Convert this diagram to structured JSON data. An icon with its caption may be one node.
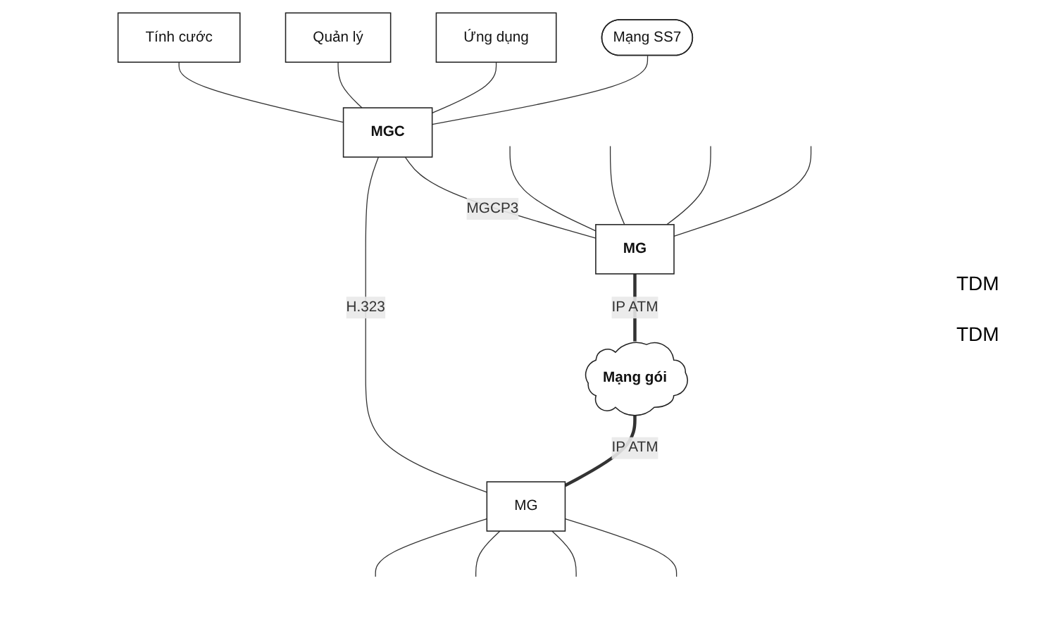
{
  "diagram": {
    "nodes": [
      {
        "text": [
          "Quản lý"
        ]
      },
      {
        "text": [
          "Ứng dụng"
        ]
      },
      {
        "text": [
          "Tính cước"
        ]
      },
      {
        "text": [
          "Mạng SS7"
        ]
      },
      {
        "text": [
          "MGC"
        ]
      },
      {
        "text": [
          "MG"
        ]
      },
      {
        "text": [
          "Mạng gói"
        ]
      },
      {
        "text": [
          "MG"
        ]
      }
    ],
    "edges": [
      {
        "from": 2,
        "to": 4,
        "arrow": "none"
      },
      {
        "from": 0,
        "to": 4,
        "arrow": "none"
      },
      {
        "from": 1,
        "to": 4,
        "arrow": "none"
      },
      {
        "from": 3,
        "to": 4,
        "arrow": "none"
      },
      {
        "from": 4,
        "to": 5,
        "label": "MGCP3",
        "arrow": "none"
      },
      {
        "from": 4,
        "to": 7,
        "label": "H.323",
        "arrow": "none"
      },
      {
        "from": 5,
        "to": 6,
        "label": "IP ATM",
        "arrow": "none",
        "style": "thick"
      },
      {
        "from": 6,
        "to": 7,
        "label": "IP ATM",
        "arrow": "none",
        "style": "thick"
      },
      {
        "from": null,
        "to": 5,
        "arrow": "none"
      },
      {
        "from": null,
        "to": 5,
        "arrow": "none"
      },
      {
        "from": null,
        "to": 5,
        "arrow": "none"
      },
      {
        "from": null,
        "to": 5,
        "arrow": "none"
      },
      {
        "from": 7,
        "to": null,
        "arrow": "none"
      },
      {
        "from": 7,
        "to": null,
        "arrow": "none"
      },
      {
        "from": 7,
        "to": null,
        "arrow": "none"
      },
      {
        "from": 7,
        "to": null,
        "arrow": "none"
      }
    ],
    "labels": [
      "TDM",
      "TDM"
    ]
  }
}
